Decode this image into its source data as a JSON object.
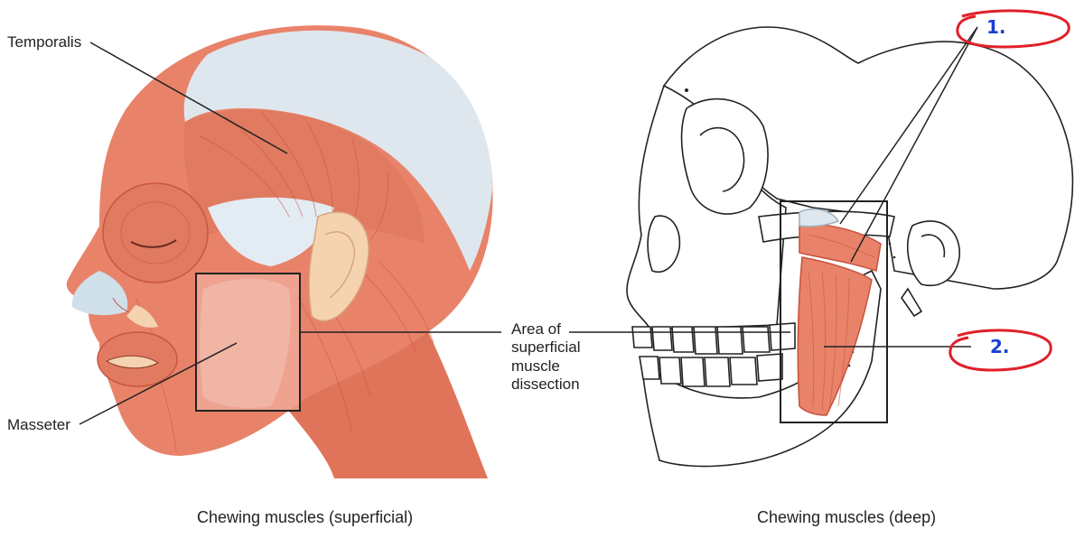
{
  "labels": {
    "temporalis": "Temporalis",
    "masseter": "Masseter",
    "area_line1": "Area of",
    "area_line2": "superficial",
    "area_line3": "muscle",
    "area_line4": "dissection"
  },
  "captions": {
    "superficial": "Chewing muscles (superficial)",
    "deep": "Chewing muscles (deep)"
  },
  "annotations": {
    "mark_1": "1.",
    "mark_2": "2."
  },
  "colors": {
    "muscle": "#e8836a",
    "muscle_dark": "#c9553f",
    "tendon": "#dfe7ee",
    "skin": "#f6d3b0",
    "outline": "#222222",
    "annotation": "#e0202a",
    "annotation_text": "#1a3fd6"
  }
}
